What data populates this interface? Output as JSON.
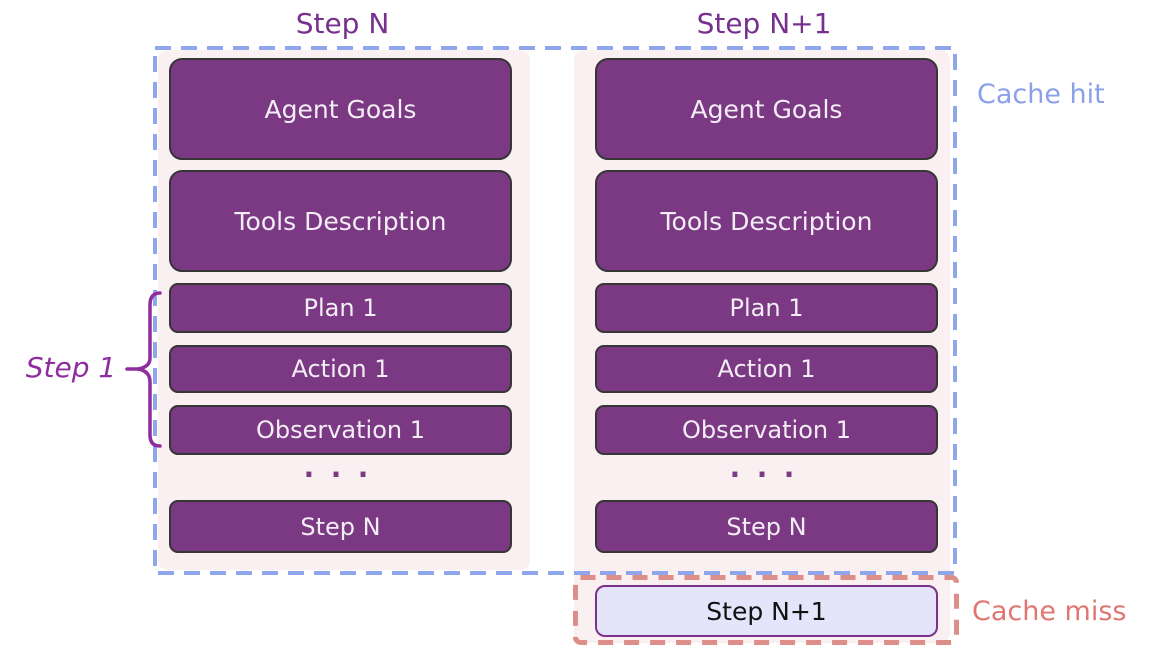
{
  "columns": [
    {
      "title": "Step N",
      "boxes": [
        {
          "label": "Agent Goals"
        },
        {
          "label": "Tools Description"
        },
        {
          "label": "Plan 1"
        },
        {
          "label": "Action 1"
        },
        {
          "label": "Observation 1"
        },
        {
          "label": "..."
        },
        {
          "label": "Step N"
        }
      ]
    },
    {
      "title": "Step N+1",
      "boxes": [
        {
          "label": "Agent Goals"
        },
        {
          "label": "Tools Description"
        },
        {
          "label": "Plan 1"
        },
        {
          "label": "Action 1"
        },
        {
          "label": "Observation 1"
        },
        {
          "label": "..."
        },
        {
          "label": "Step N"
        }
      ],
      "new_step_box": {
        "label": "Step N+1"
      }
    }
  ],
  "annotations": {
    "step_1": "Step 1",
    "cache_hit": "Cache hit",
    "cache_miss": "Cache miss"
  },
  "colors": {
    "box_fill": "#7B3983",
    "box_border": "#363636",
    "box_text": "#F3EDF5",
    "panel_bg": "#FAF0F2",
    "title_text": "#78308F",
    "step1_accent": "#8E2D9E",
    "cache_hit_border": "#8FA6EC",
    "cache_hit_text": "#8B9FEA",
    "cache_miss_border": "#DD8E89",
    "cache_miss_text": "#DF7672",
    "new_step_fill": "#E4E4FB",
    "new_step_border": "#7A3389"
  }
}
